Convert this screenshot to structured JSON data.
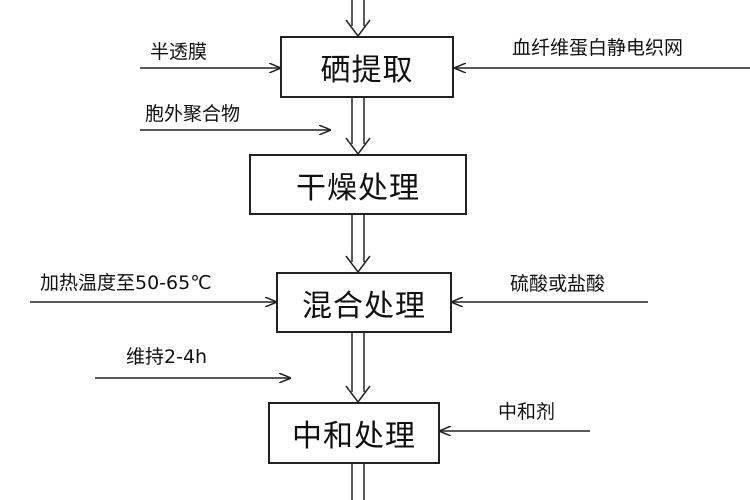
{
  "steps": {
    "extract": "硒提取",
    "dry": "干燥处理",
    "mix": "混合处理",
    "neutralize": "中和处理"
  },
  "inputs": {
    "membrane": "半透膜",
    "fiber_web": "血纤维蛋白静电织网",
    "polymer": "胞外聚合物",
    "heat": "加热温度至50-65℃",
    "acid": "硫酸或盐酸",
    "hold": "维持2-4h",
    "neutralizer": "中和剂"
  }
}
